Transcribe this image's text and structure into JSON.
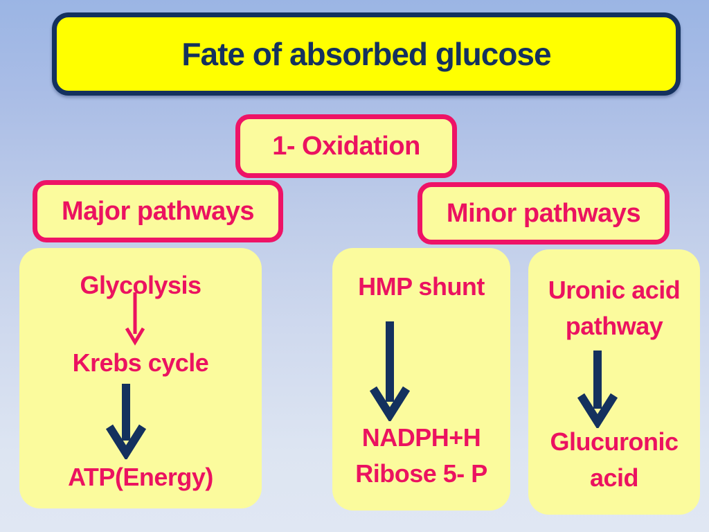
{
  "slide_title": "Fate of absorbed glucose",
  "nodes": {
    "oxidation": "1- Oxidation",
    "major": "Major pathways",
    "minor": "Minor pathways"
  },
  "major_pathway_panel": {
    "step1": "Glycolysis",
    "step2": "Krebs cycle",
    "result": "ATP(Energy)"
  },
  "hmp_panel": {
    "name": "HMP shunt",
    "product1": "NADPH+H",
    "product2": "Ribose 5- P"
  },
  "uronic_panel": {
    "name": "Uronic acid pathway",
    "product": "Glucuronic acid"
  },
  "colors": {
    "background_top": "#9BB5E4",
    "background_bottom": "#E0E7F3",
    "title_fill": "#FFFF00",
    "navy": "#14315E",
    "pink": "#EB1260",
    "pink_border": "#EE1366",
    "box_fill": "#FBFB9D"
  }
}
